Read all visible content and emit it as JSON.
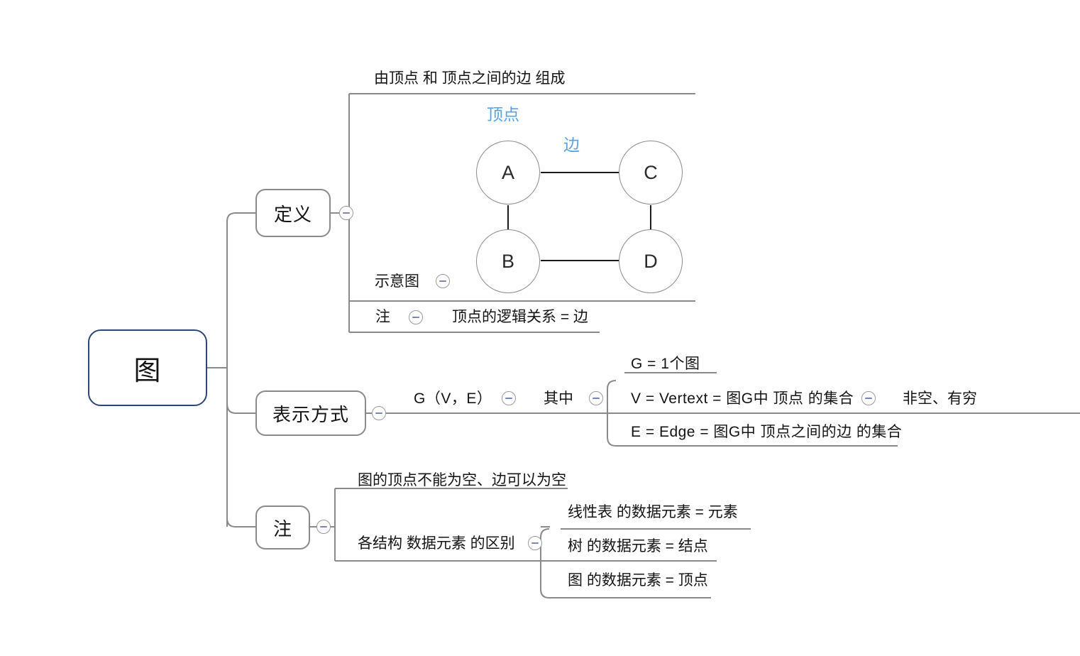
{
  "root": {
    "label": "图"
  },
  "branches": {
    "definition": {
      "label": "定义",
      "heading": "由顶点 和 顶点之间的边 组成",
      "diagram_label": "示意图",
      "note_label": "注",
      "note_text": "顶点的逻辑关系 = 边",
      "annotations": {
        "vertex": "顶点",
        "edge": "边"
      },
      "graph": {
        "nodes": [
          {
            "id": "A",
            "label": "A"
          },
          {
            "id": "C",
            "label": "C"
          },
          {
            "id": "B",
            "label": "B"
          },
          {
            "id": "D",
            "label": "D"
          }
        ],
        "edges": [
          {
            "from": "A",
            "to": "C"
          },
          {
            "from": "A",
            "to": "B"
          },
          {
            "from": "C",
            "to": "D"
          },
          {
            "from": "B",
            "to": "D"
          }
        ]
      }
    },
    "representation": {
      "label": "表示方式",
      "formula": "G（V，E）",
      "among": "其中",
      "items": [
        {
          "text": "G = 1个图"
        },
        {
          "text": "V = Vertext = 图G中 顶点 的集合",
          "detail": "非空、有穷"
        },
        {
          "text": "E = Edge = 图G中 顶点之间的边 的集合"
        }
      ]
    },
    "note": {
      "label": "注",
      "first": "图的顶点不能为空、边可以为空",
      "second": "各结构 数据元素 的区别",
      "items": [
        "线性表 的数据元素 = 元素",
        "树 的数据元素 = 结点",
        "图 的数据元素 = 顶点"
      ]
    }
  },
  "colors": {
    "root_border": "#2e4676",
    "node_border": "#8a8a88",
    "wire": "#8a8a88",
    "accent_blue": "#5aa2e8",
    "text": "#141414",
    "toggle_dash": "#7b86b0"
  }
}
